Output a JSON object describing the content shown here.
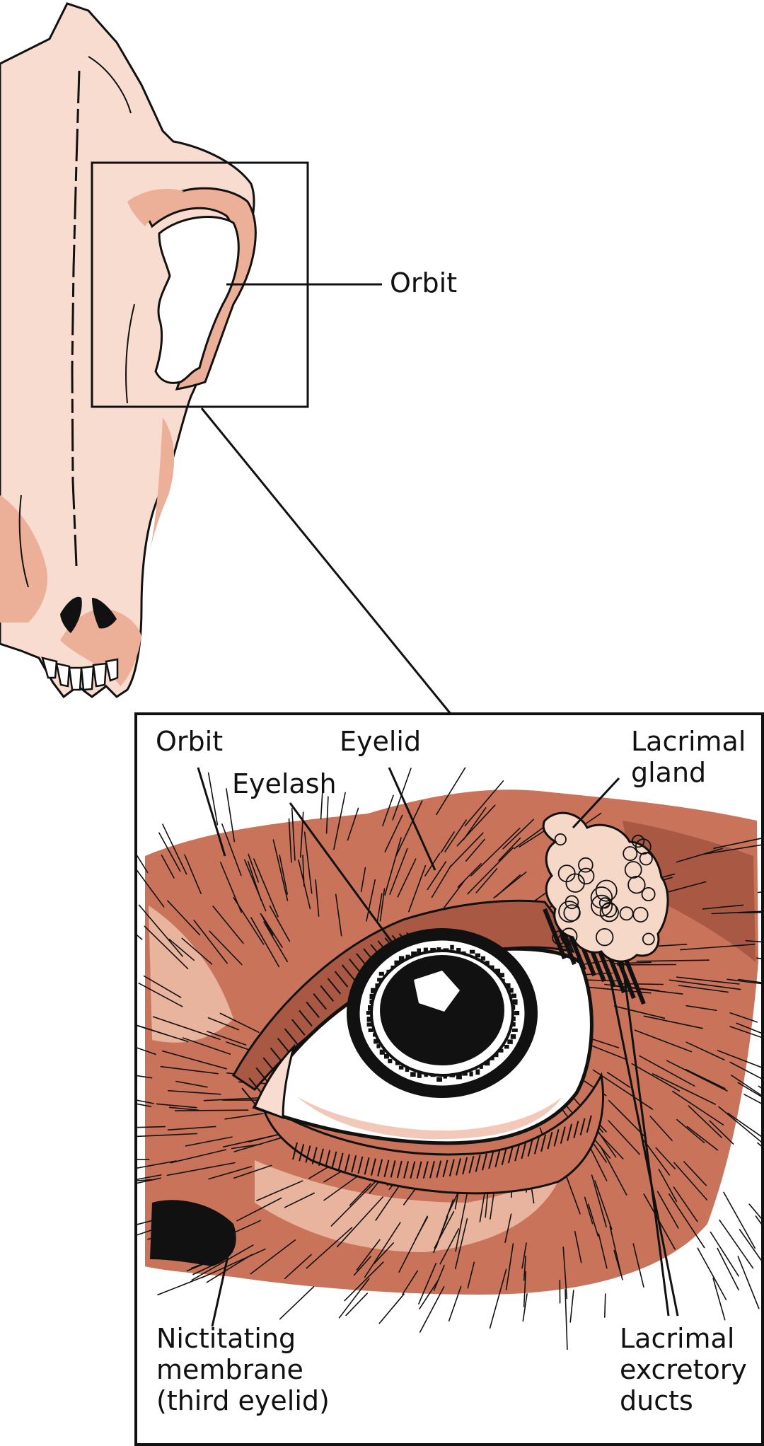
{
  "labels": {
    "orbit_skull": "Orbit",
    "orbit_eye": "Orbit",
    "eyelid": "Eyelid",
    "eyelash": "Eyelash",
    "lacrimal_gland": "Lacrimal\ngland",
    "nictitating_membrane": "Nictitating\nmembrane\n(third eyelid)",
    "lacrimal_ducts": "Lacrimal\nexcretory\nducts"
  },
  "colors": {
    "bone": "#f7dccf",
    "bone_shadow": "#ecaf98",
    "fur": "#c9745a",
    "fur_light": "#e9b49e",
    "outline": "#111111",
    "gland": "#f6d8c9",
    "background": "#ffffff"
  }
}
